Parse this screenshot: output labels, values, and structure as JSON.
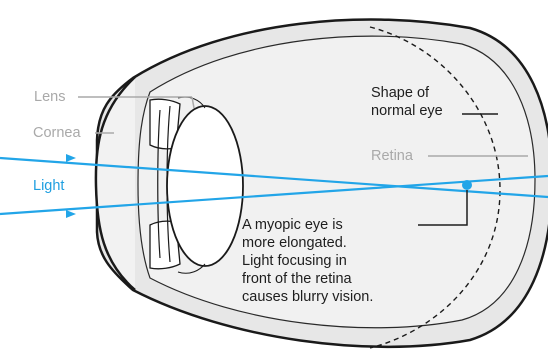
{
  "labels": {
    "lens": "Lens",
    "cornea": "Cornea",
    "light": "Light",
    "retina": "Retina",
    "normal_eye": [
      "Shape of",
      "normal eye"
    ],
    "caption": [
      "A myopic eye is",
      "more elongated.",
      "Light focusing in",
      "front of the retina",
      "causes blurry vision."
    ]
  },
  "colors": {
    "light_ray": "#22a5e8",
    "outline": "#1a1a1a",
    "sclera_fill": "#e7e7e7",
    "inner_fill": "#f1f1f1",
    "gray_label": "#a9a9a9",
    "leader_dark": "#1e1e1e"
  }
}
